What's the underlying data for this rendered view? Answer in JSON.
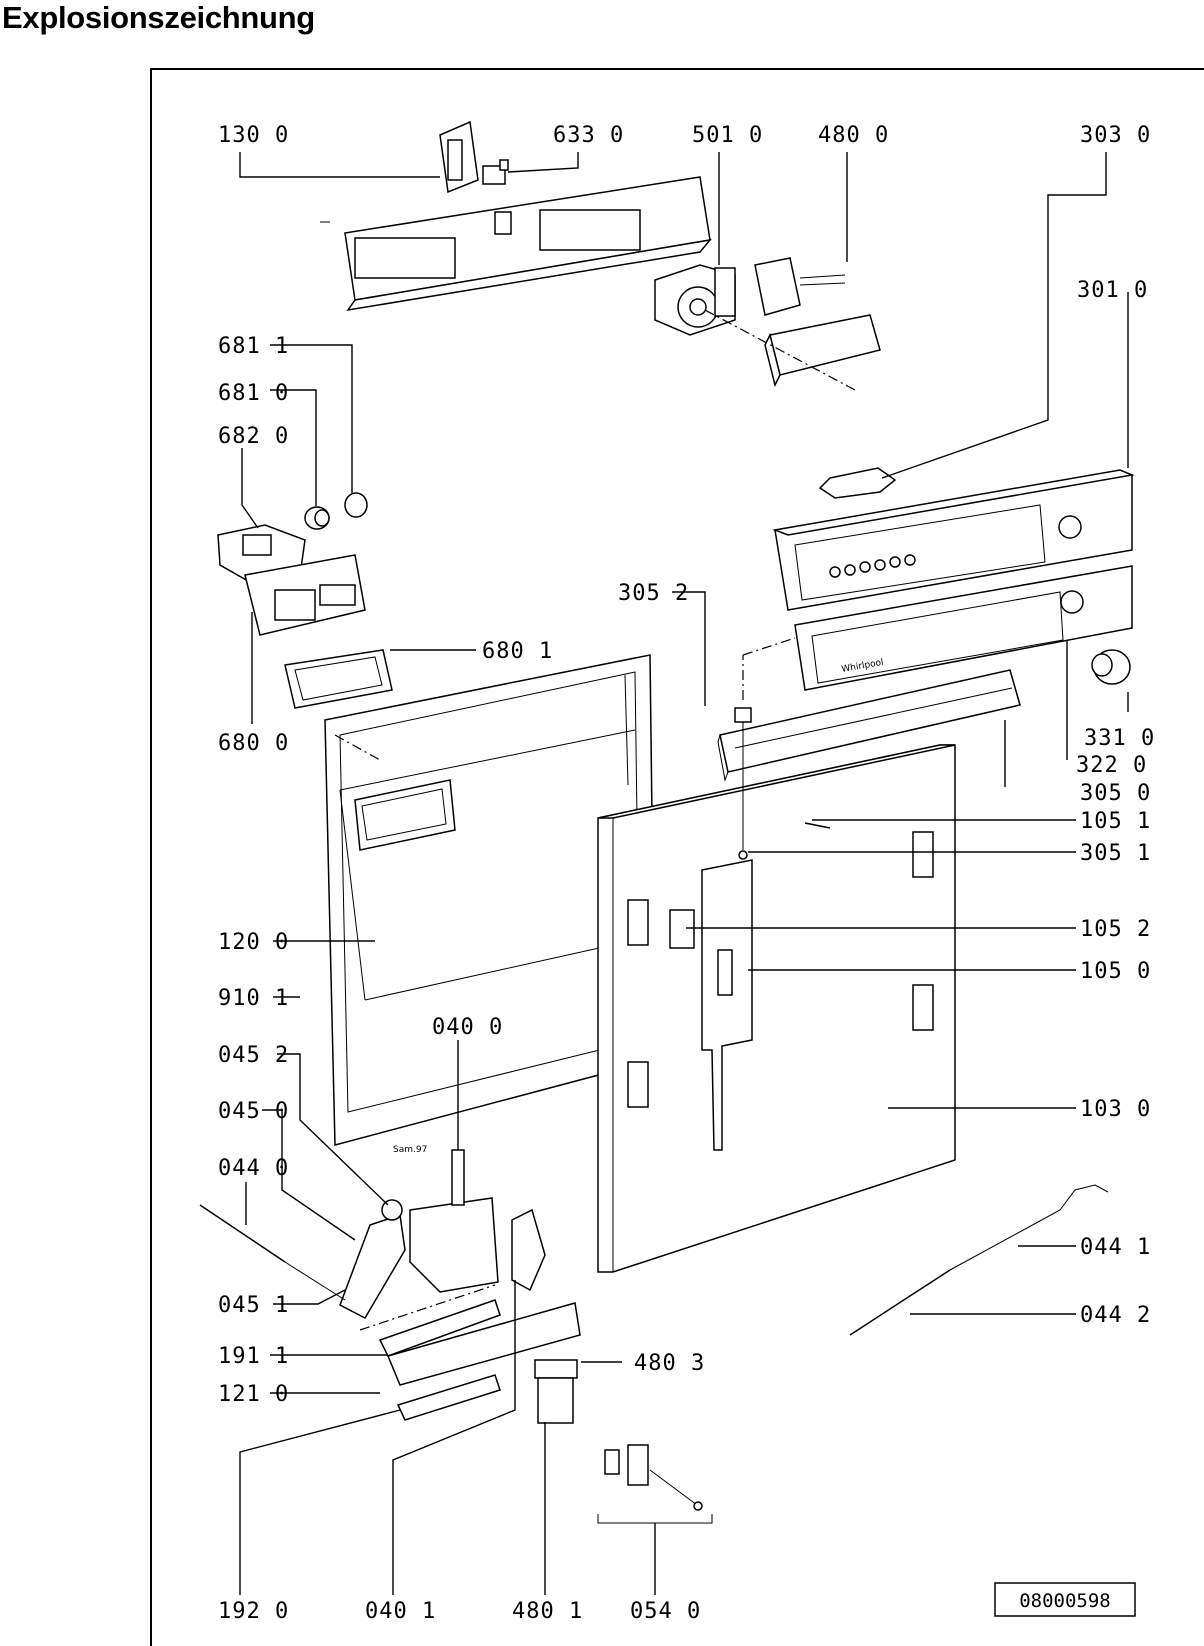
{
  "title": "Explosionszeichnung",
  "reference_number": "08000598",
  "inscriptions": {
    "brand": "Whirlpool",
    "date_stamp": "Sam.97"
  },
  "labels": {
    "p130_0": "130 0",
    "p633_0": "633 0",
    "p501_0": "501 0",
    "p480_0": "480 0",
    "p303_0": "303 0",
    "p301_0": "301 0",
    "p681_1": "681 1",
    "p681_0": "681 0",
    "p682_0": "682 0",
    "p305_2": "305 2",
    "p680_1": "680 1",
    "p680_0": "680 0",
    "p331_0": "331 0",
    "p322_0": "322 0",
    "p305_0": "305 0",
    "p105_1": "105 1",
    "p305_1": "305 1",
    "p105_2": "105 2",
    "p105_0": "105 0",
    "p120_0": "120 0",
    "p910_1": "910 1",
    "p040_0": "040 0",
    "p045_2": "045 2",
    "p045_0": "045 0",
    "p044_0": "044 0",
    "p103_0": "103 0",
    "p044_1": "044 1",
    "p045_1": "045 1",
    "p044_2": "044 2",
    "p191_1": "191 1",
    "p480_3": "480 3",
    "p121_0": "121 0",
    "p192_0": "192 0",
    "p040_1": "040 1",
    "p480_1": "480 1",
    "p054_0": "054 0"
  }
}
